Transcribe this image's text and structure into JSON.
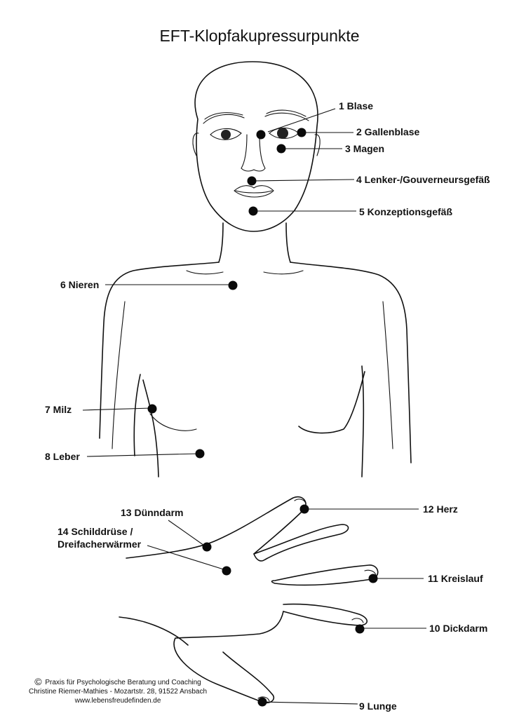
{
  "title": "EFT-Klopfakupressurpunkte",
  "points": [
    {
      "id": 1,
      "label": "1  Blase"
    },
    {
      "id": 2,
      "label": "2  Gallenblase"
    },
    {
      "id": 3,
      "label": "3 Magen"
    },
    {
      "id": 4,
      "label": "4  Lenker-/Gouverneursgefäß"
    },
    {
      "id": 5,
      "label": "5  Konzeptionsgefäß"
    },
    {
      "id": 6,
      "label": "6  Nieren"
    },
    {
      "id": 7,
      "label": "7  Milz"
    },
    {
      "id": 8,
      "label": "8  Leber"
    },
    {
      "id": 9,
      "label": "9  Lunge"
    },
    {
      "id": 10,
      "label": "10  Dickdarm"
    },
    {
      "id": 11,
      "label": "11  Kreislauf"
    },
    {
      "id": 12,
      "label": "12  Herz"
    },
    {
      "id": 13,
      "label": "13  Dünndarm"
    },
    {
      "id": 14,
      "label_line1": "14  Schilddrüse /",
      "label_line2": "Dreifacherwärmer"
    }
  ],
  "footer": {
    "copyright_symbol": "©",
    "line1": "Praxis für Psychologische Beratung und Coaching",
    "line2": "Christine Riemer-Mathies -  Mozartstr. 28, 91522 Ansbach",
    "line3": "www.lebensfreudefinden.de"
  }
}
